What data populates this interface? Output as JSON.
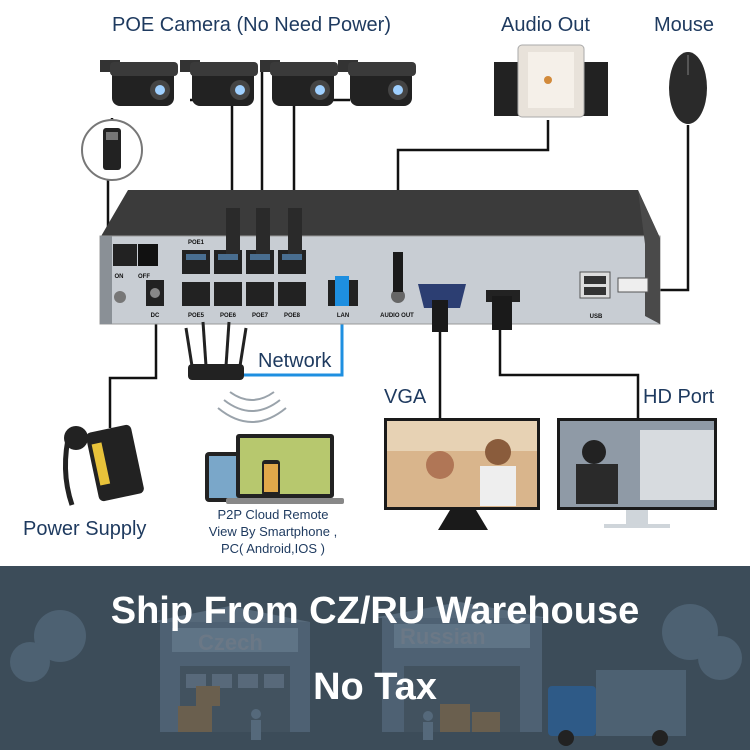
{
  "labels": {
    "poe_camera": "POE Camera (No Need Power)",
    "audio_out": "Audio Out",
    "mouse": "Mouse",
    "network": "Network",
    "vga": "VGA",
    "hd_port": "HD Port",
    "power_supply": "Power Supply",
    "p2p_line1": "P2P Cloud Remote",
    "p2p_line2": "View By Smartphone ,",
    "p2p_line3": "PC( Android,IOS )"
  },
  "nvr_ports": {
    "on": "ON",
    "off": "OFF",
    "poe1": "POE1",
    "poe5": "POE5",
    "poe6": "POE6",
    "poe7": "POE7",
    "poe8": "POE8",
    "dc": "DC",
    "lan": "LAN",
    "audio_out": "AUDIO OUT",
    "usb": "USB"
  },
  "banner": {
    "title": "Ship From CZ/RU Warehouse",
    "subtitle": "No Tax",
    "warehouse_left": "Czech",
    "warehouse_right": "Russian"
  },
  "colors": {
    "text": "#1e3a5f",
    "cable": "#111111",
    "network_cable": "#1e8fe0",
    "banner_bg": "#3c4c59"
  }
}
